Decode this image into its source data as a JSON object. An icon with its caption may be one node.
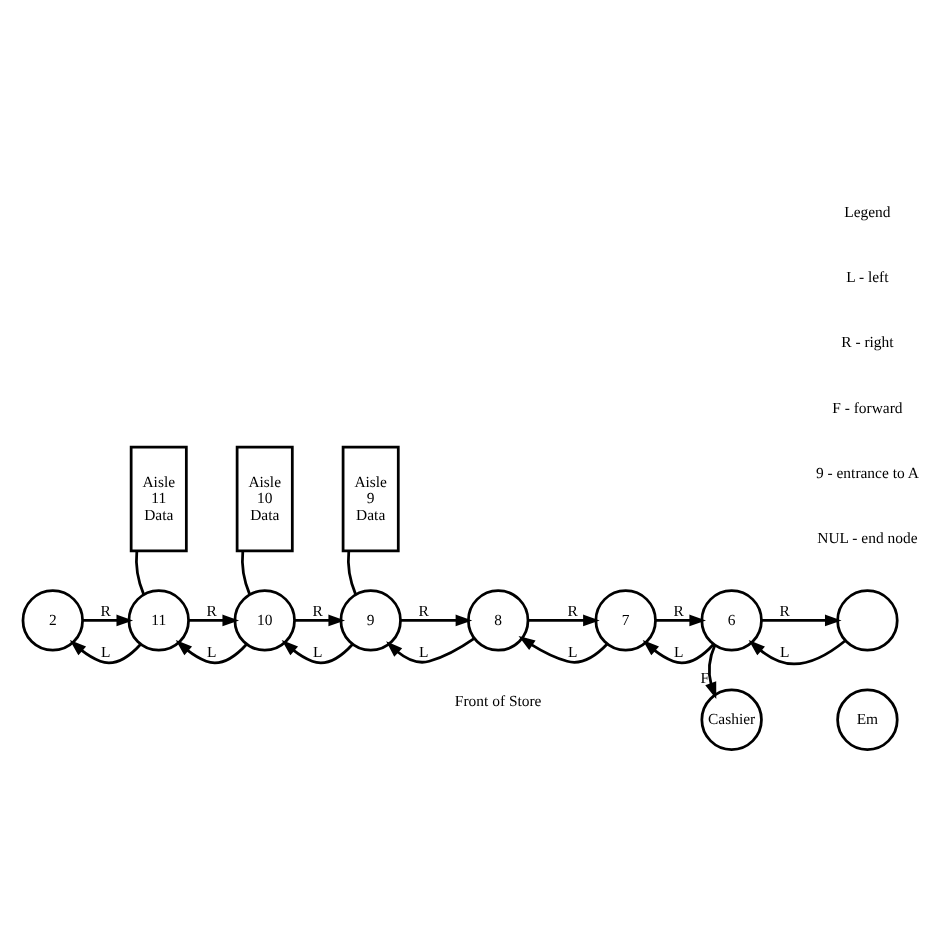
{
  "diagram": {
    "nodes": [
      {
        "text": [
          "Aisle 11 Data"
        ]
      },
      {
        "text": [
          "Aisle 10 Data"
        ]
      },
      {
        "text": [
          "Aisle 9 Data"
        ]
      },
      {
        "text": [
          "2"
        ]
      },
      {
        "text": [
          "11"
        ]
      },
      {
        "text": [
          "10"
        ]
      },
      {
        "text": [
          "9"
        ]
      },
      {
        "text": [
          "8"
        ]
      },
      {
        "text": [
          "7"
        ]
      },
      {
        "text": [
          "6"
        ]
      },
      {
        "text": [],
        "shape": "circle"
      },
      {
        "text": [
          "Cashier"
        ]
      },
      {
        "text": [
          "Em"
        ]
      }
    ],
    "edges": [
      {
        "from": 0,
        "to": 4,
        "arrow": "none"
      },
      {
        "from": 1,
        "to": 5,
        "arrow": "none"
      },
      {
        "from": 2,
        "to": 6,
        "arrow": "none"
      },
      {
        "from": 4,
        "to": 3,
        "arrow": "to",
        "label": "L"
      },
      {
        "from": 3,
        "to": 4,
        "arrow": "to",
        "label": "R"
      },
      {
        "from": 5,
        "to": 4,
        "arrow": "to",
        "label": "L"
      },
      {
        "from": 4,
        "to": 5,
        "arrow": "to",
        "label": "R"
      },
      {
        "from": 6,
        "to": 5,
        "arrow": "to",
        "label": "L"
      },
      {
        "from": 5,
        "to": 6,
        "arrow": "to",
        "label": "R"
      },
      {
        "from": 7,
        "to": 6,
        "arrow": "to",
        "label": "L"
      },
      {
        "from": 6,
        "to": 7,
        "arrow": "to",
        "label": "R"
      },
      {
        "from": 8,
        "to": 7,
        "arrow": "to",
        "label": "L"
      },
      {
        "from": 7,
        "to": 8,
        "arrow": "to",
        "label": "R"
      },
      {
        "from": 9,
        "to": 8,
        "arrow": "to",
        "label": "L"
      },
      {
        "from": 8,
        "to": 9,
        "arrow": "to",
        "label": "R"
      },
      {
        "from": 10,
        "to": 9,
        "arrow": "to",
        "label": "L"
      },
      {
        "from": 9,
        "to": 10,
        "arrow": "to",
        "label": "R"
      },
      {
        "from": 9,
        "to": 11,
        "arrow": "to",
        "label": "F"
      }
    ],
    "labels": [
      "Legend",
      "L - left",
      "R - right",
      "F - forward",
      "9 - entrance to A",
      "NUL - end node",
      "Front of Store"
    ]
  }
}
